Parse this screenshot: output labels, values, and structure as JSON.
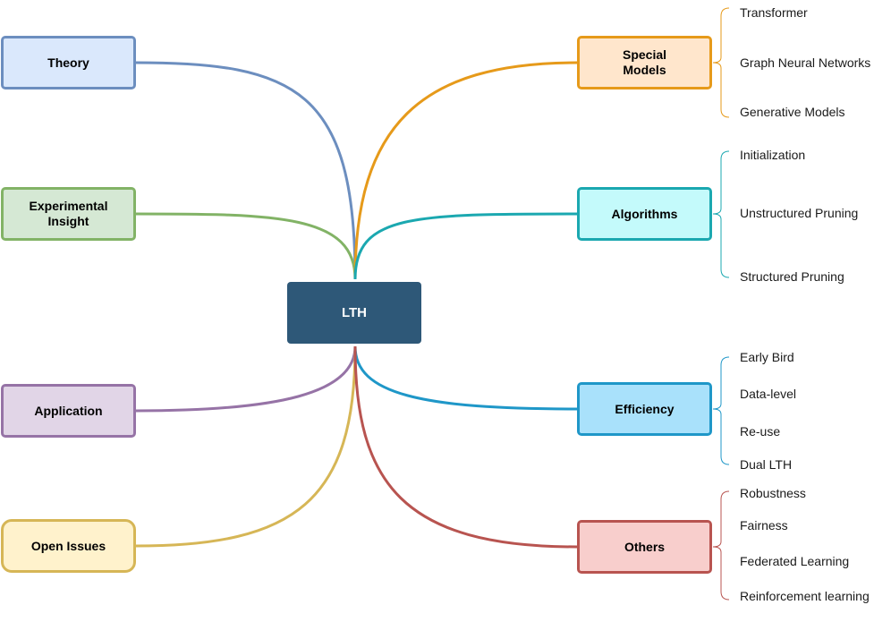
{
  "center": {
    "label": "LTH",
    "fill": "#2e5878"
  },
  "left_nodes": [
    {
      "label": "Theory",
      "fill": "#dae8fc",
      "stroke": "#6c8ebf"
    },
    {
      "label": "Experimental Insight",
      "fill": "#d5e8d4",
      "stroke": "#82b366"
    },
    {
      "label": "Application",
      "fill": "#e1d5e7",
      "stroke": "#9673a6"
    },
    {
      "label": "Open Issues",
      "fill": "#fff2cc",
      "stroke": "#d6b656"
    }
  ],
  "right_nodes": [
    {
      "label": "Special Models",
      "fill": "#ffe6cc",
      "stroke": "#e69a1a",
      "leaves": [
        "Transformer",
        "Graph Neural Networks",
        "Generative Models"
      ]
    },
    {
      "label": "Algorithms",
      "fill": "#c4fafb",
      "stroke": "#1ba8b0",
      "leaves": [
        "Initialization",
        "Unstructured Pruning",
        "Structured Pruning"
      ]
    },
    {
      "label": "Efficiency",
      "fill": "#a9e1fb",
      "stroke": "#1f97c8",
      "leaves": [
        "Early Bird",
        "Data-level",
        "Re-use",
        "Dual LTH"
      ]
    },
    {
      "label": "Others",
      "fill": "#f8cecc",
      "stroke": "#b85450",
      "leaves": [
        "Robustness",
        "Fairness",
        "Federated Learning",
        "Reinforcement learning"
      ]
    }
  ]
}
